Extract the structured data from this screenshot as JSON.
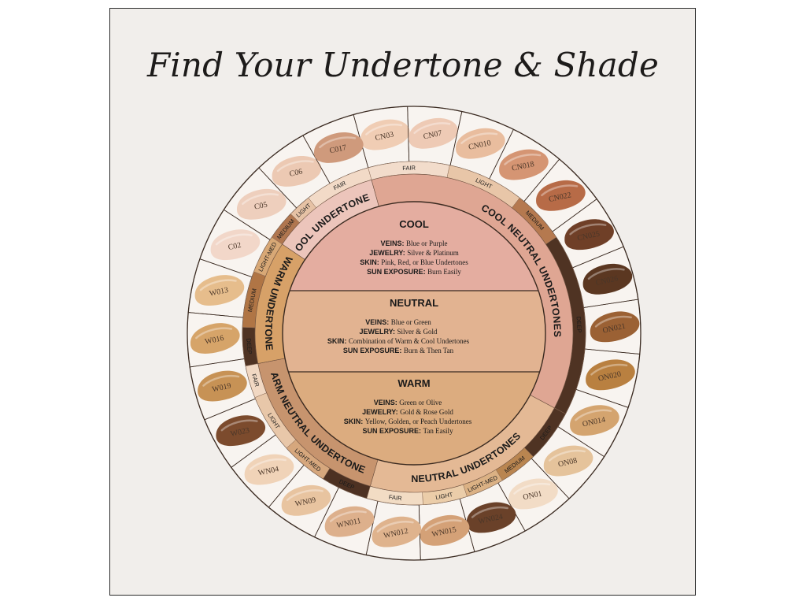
{
  "title": "Find Your Undertone & Shade",
  "tones": [
    {
      "key": "cool",
      "heading": "COOL",
      "color": "#e4ada0",
      "lines": [
        {
          "label": "VEINS:",
          "value": "Blue or Purple"
        },
        {
          "label": "JEWELRY:",
          "value": "Silver & Platinum"
        },
        {
          "label": "SKIN:",
          "value": "Pink, Red, or Blue Undertones"
        },
        {
          "label": "SUN EXPOSURE:",
          "value": "Burn Easily"
        }
      ]
    },
    {
      "key": "neutral",
      "heading": "NEUTRAL",
      "color": "#e2b391",
      "lines": [
        {
          "label": "VEINS:",
          "value": "Blue or Green"
        },
        {
          "label": "JEWELRY:",
          "value": "Silver & Gold"
        },
        {
          "label": "SKIN:",
          "value": "Combination of Warm & Cool Undertones"
        },
        {
          "label": "SUN EXPOSURE:",
          "value": "Burn & Then Tan"
        }
      ]
    },
    {
      "key": "warm",
      "heading": "WARM",
      "color": "#dcac7f",
      "lines": [
        {
          "label": "VEINS:",
          "value": "Green or Olive"
        },
        {
          "label": "JEWELRY:",
          "value": "Gold & Rose Gold"
        },
        {
          "label": "SKIN:",
          "value": "Yellow, Golden, or Peach Undertones"
        },
        {
          "label": "SUN EXPOSURE:",
          "value": "Tan Easily"
        }
      ]
    }
  ],
  "undertone_sections": [
    {
      "label": "COOL UNDERTONES",
      "color": "#ecc5bb"
    },
    {
      "label": "COOL NEUTRAL UNDERTONES",
      "color": "#dfa693"
    },
    {
      "label": "NEUTRAL UNDERTONES",
      "color": "#e4b995"
    },
    {
      "label": "WARM NEUTRAL UNDERTONES",
      "color": "#c7946e"
    },
    {
      "label": "WARM UNDERTONES",
      "color": "#d7a168"
    }
  ],
  "depth_bands": [
    {
      "label": "FAIR",
      "color": "#f2dac7"
    },
    {
      "label": "LIGHT",
      "color": "#e6c2a5"
    },
    {
      "label": "MEDIUM",
      "color": "#b0764f"
    },
    {
      "label": "FAIR",
      "color": "#f2dccb"
    },
    {
      "label": "LIGHT",
      "color": "#e8c6a8"
    },
    {
      "label": "MEDIUM",
      "color": "#b5794f"
    },
    {
      "label": "DEEP",
      "color": "#4f3323"
    },
    {
      "label": "DEEP",
      "color": "#4f3323"
    },
    {
      "label": "MEDIUM",
      "color": "#b98550"
    },
    {
      "label": "LIGHT-MED",
      "color": "#dbb184"
    },
    {
      "label": "LIGHT",
      "color": "#ebcda9"
    },
    {
      "label": "FAIR",
      "color": "#f2dcc4"
    },
    {
      "label": "DEEP",
      "color": "#4d3122"
    },
    {
      "label": "LIGHT-MED",
      "color": "#d6a77d"
    },
    {
      "label": "LIGHT",
      "color": "#e8c7a9"
    },
    {
      "label": "FAIR",
      "color": "#f1d8c3"
    },
    {
      "label": "DEEP",
      "color": "#4f3323"
    },
    {
      "label": "MEDIUM",
      "color": "#b07545"
    },
    {
      "label": "LIGHT-MED",
      "color": "#d8a876"
    }
  ],
  "shades": [
    {
      "code": "CN03",
      "color": "#f0cdb4"
    },
    {
      "code": "CN07",
      "color": "#eecab5"
    },
    {
      "code": "CN010",
      "color": "#e9bd9e"
    },
    {
      "code": "CN018",
      "color": "#d59573"
    },
    {
      "code": "CN022",
      "color": "#b76b47"
    },
    {
      "code": "CN025",
      "color": "#6f3f27"
    },
    {
      "code": "CN026",
      "color": "#5b3721"
    },
    {
      "code": "ON021",
      "color": "#9b6134"
    },
    {
      "code": "ON020",
      "color": "#b98040"
    },
    {
      "code": "ON014",
      "color": "#d4a46f"
    },
    {
      "code": "ON08",
      "color": "#e5c39b"
    },
    {
      "code": "ON01",
      "color": "#f2dcc6"
    },
    {
      "code": "WN024",
      "color": "#6a4129"
    },
    {
      "code": "WN015",
      "color": "#d4a177"
    },
    {
      "code": "WN012",
      "color": "#dfb38d"
    },
    {
      "code": "WN011",
      "color": "#ddb08c"
    },
    {
      "code": "WN09",
      "color": "#e8c4a0"
    },
    {
      "code": "WN04",
      "color": "#f0d3b8"
    },
    {
      "code": "W023",
      "color": "#7c4b2d"
    },
    {
      "code": "W019",
      "color": "#c79255"
    },
    {
      "code": "W016",
      "color": "#d6a469"
    },
    {
      "code": "W013",
      "color": "#e6bd8c"
    },
    {
      "code": "C02",
      "color": "#f2d7c9"
    },
    {
      "code": "C05",
      "color": "#eecfbd"
    },
    {
      "code": "C06",
      "color": "#ecc9b3"
    },
    {
      "code": "C017",
      "color": "#cf9a7c"
    }
  ],
  "colors": {
    "background": "#f1eeeb",
    "outer_ring": "#f8f4f0",
    "rim": "#b1987e",
    "text": "#1a1a1a",
    "divider": "#3a2a20"
  }
}
